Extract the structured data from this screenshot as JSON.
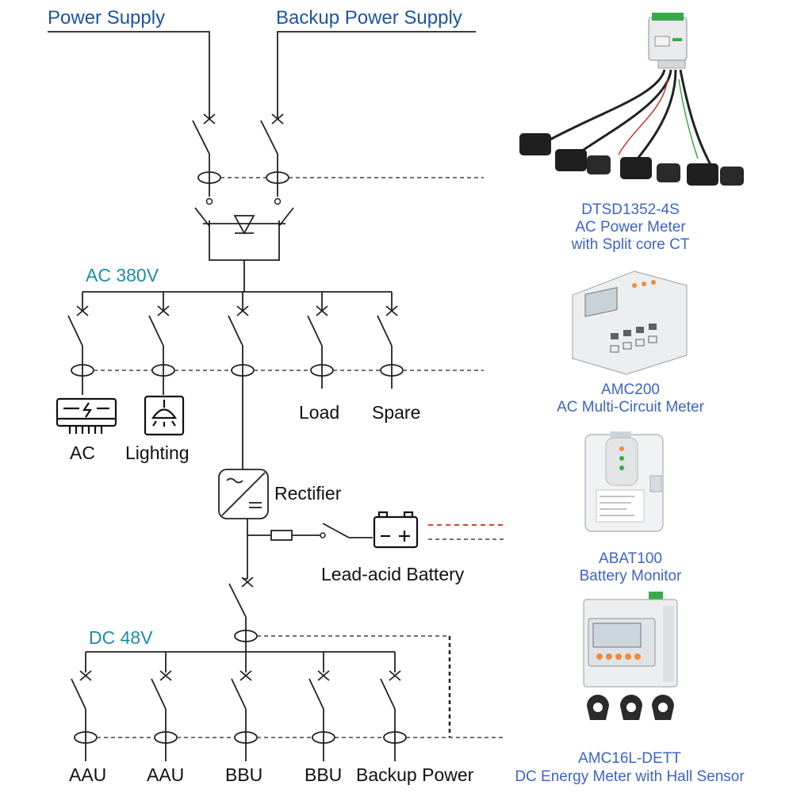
{
  "sources": {
    "power_supply": "Power Supply",
    "backup_power_supply": "Backup Power Supply"
  },
  "buses": {
    "ac": "AC 380V",
    "dc": "DC 48V"
  },
  "ac_loads": {
    "ac": "AC",
    "lighting": "Lighting",
    "load": "Load",
    "spare": "Spare"
  },
  "rectifier": "Rectifier",
  "battery": "Lead-acid Battery",
  "dc_loads": [
    "AAU",
    "AAU",
    "BBU",
    "BBU",
    "Backup Power"
  ],
  "products": {
    "dtsd": {
      "line1": "DTSD1352-4S",
      "line2": "AC Power Meter",
      "line3": "with Split core CT"
    },
    "amc200": {
      "line1": "AMC200",
      "line2": "AC Multi-Circuit Meter"
    },
    "abat": {
      "line1": "ABAT100",
      "line2": "Battery Monitor"
    },
    "amc16": {
      "line1": "AMC16L-DETT",
      "line2": "DC Energy Meter with Hall Sensor"
    }
  },
  "colors": {
    "source_label": "#1b55a3",
    "bus_label": "#1c8ea6",
    "product_label": "#3d64c8",
    "battery_dash": "#e53935",
    "device_green": "#3aa94b",
    "device_orange": "#f08a3c"
  }
}
